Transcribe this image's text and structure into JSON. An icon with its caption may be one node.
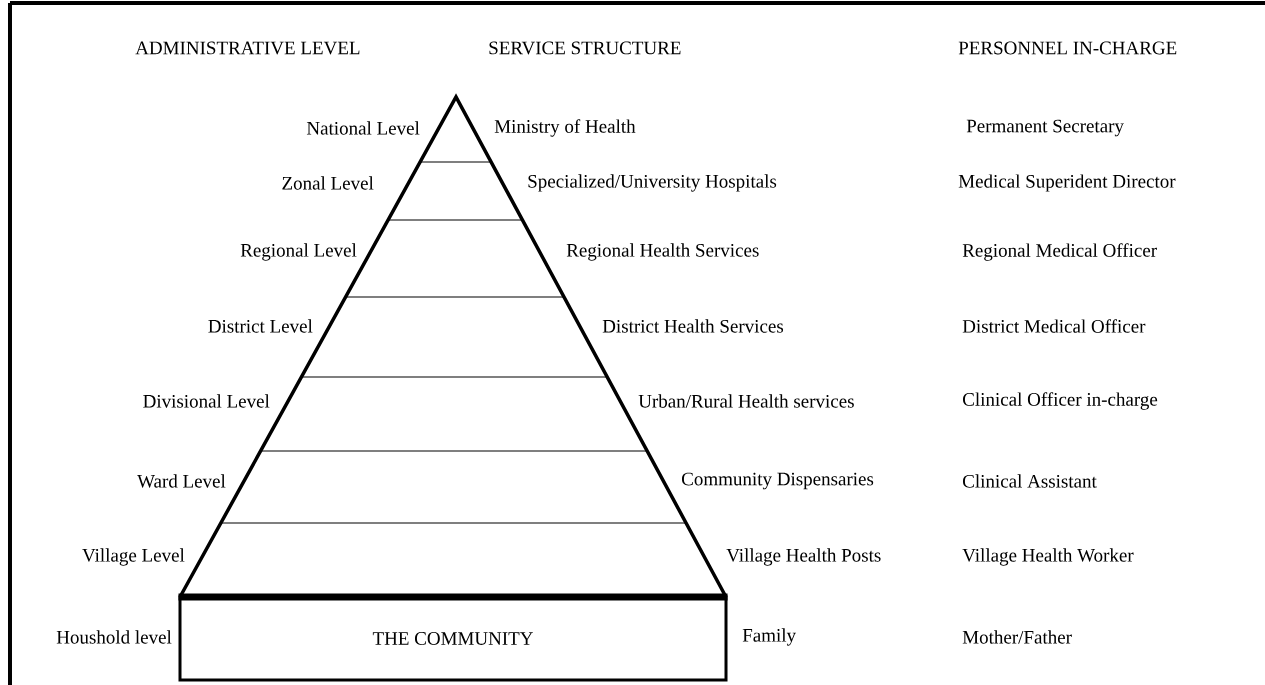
{
  "diagram": {
    "nodes": [
      {
        "text": [
          "THE COMMUNITY"
        ]
      }
    ],
    "labels": [
      "ADMINISTRATIVE LEVEL",
      "SERVICE STRUCTURE",
      "PERSONNEL IN-CHARGE",
      "National Level",
      "Ministry of Health",
      "Permanent Secretary",
      "Zonal Level",
      "Specialized/University Hospitals",
      "Medical Superident Director",
      "Regional Level",
      "Regional Health Services",
      "Regional Medical Officer",
      "District Level",
      "District Health Services",
      "District Medical Officer",
      "Divisional Level",
      "Urban/Rural Health services",
      "Clinical Officer in-charge",
      "Ward Level",
      "Community Dispensaries",
      "Clinical Assistant",
      "Village Level",
      "Village Health Posts",
      "Village Health Worker",
      "Houshold level",
      "Family",
      "Mother/Father"
    ]
  }
}
